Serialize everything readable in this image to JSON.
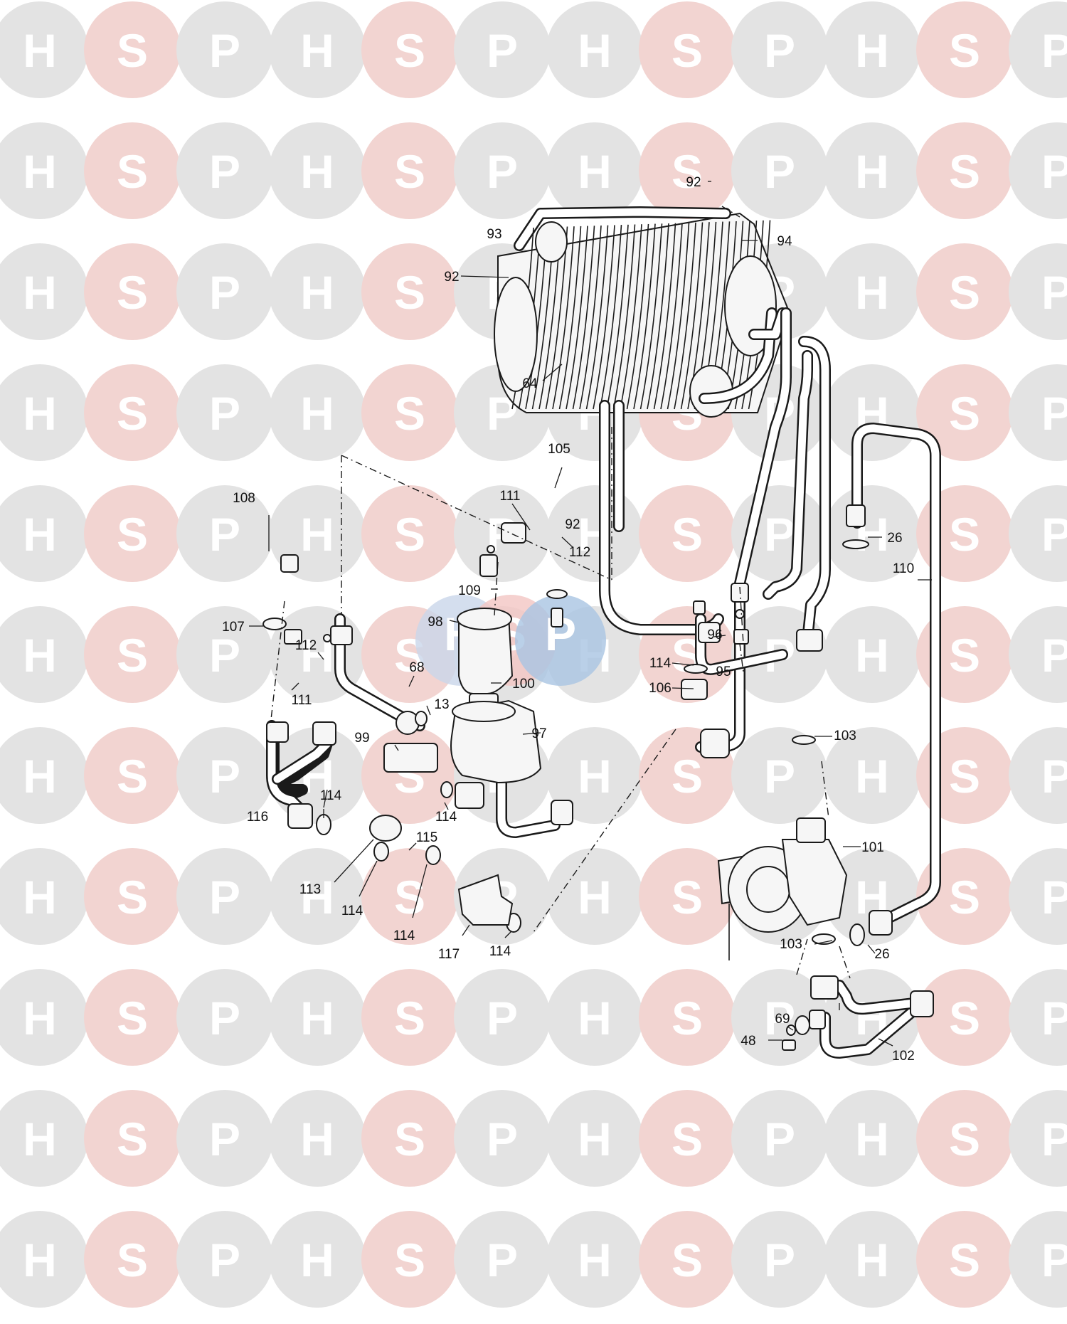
{
  "watermark": {
    "letters": [
      "H",
      "S",
      "P"
    ],
    "colors": {
      "H": "#e3e3e3",
      "S": "#f2d4d1",
      "P": "#e3e3e3",
      "text": "#ffffff",
      "center_H": "#c9d6ea",
      "center_S": "#f3c6c3",
      "center_P": "#a9c4e2"
    }
  },
  "diagram": {
    "callouts": [
      {
        "id": "c64",
        "text": "64"
      },
      {
        "id": "c92a",
        "text": "92"
      },
      {
        "id": "c92b",
        "text": "92"
      },
      {
        "id": "c92c",
        "text": "92"
      },
      {
        "id": "c93",
        "text": "93"
      },
      {
        "id": "c94",
        "text": "94"
      },
      {
        "id": "c105",
        "text": "105"
      },
      {
        "id": "c111a",
        "text": "111"
      },
      {
        "id": "c112a",
        "text": "112"
      },
      {
        "id": "c26a",
        "text": "26"
      },
      {
        "id": "c110",
        "text": "110"
      },
      {
        "id": "c108",
        "text": "108"
      },
      {
        "id": "c109",
        "text": "109"
      },
      {
        "id": "c98",
        "text": "98"
      },
      {
        "id": "c107",
        "text": "107"
      },
      {
        "id": "c112b",
        "text": "112"
      },
      {
        "id": "c111b",
        "text": "111"
      },
      {
        "id": "c68",
        "text": "68"
      },
      {
        "id": "c100",
        "text": "100"
      },
      {
        "id": "c13",
        "text": "13"
      },
      {
        "id": "c97",
        "text": "97"
      },
      {
        "id": "c99",
        "text": "99"
      },
      {
        "id": "c96",
        "text": "96"
      },
      {
        "id": "c95",
        "text": "95"
      },
      {
        "id": "c114a",
        "text": "114"
      },
      {
        "id": "c106",
        "text": "106"
      },
      {
        "id": "c103a",
        "text": "103"
      },
      {
        "id": "c114b",
        "text": "114"
      },
      {
        "id": "c114c",
        "text": "114"
      },
      {
        "id": "c116",
        "text": "116"
      },
      {
        "id": "c115",
        "text": "115"
      },
      {
        "id": "c113",
        "text": "113"
      },
      {
        "id": "c114d",
        "text": "114"
      },
      {
        "id": "c114e",
        "text": "114"
      },
      {
        "id": "c117",
        "text": "117"
      },
      {
        "id": "c114f",
        "text": "114"
      },
      {
        "id": "c101",
        "text": "101"
      },
      {
        "id": "c103b",
        "text": "103"
      },
      {
        "id": "c26b",
        "text": "26"
      },
      {
        "id": "c69",
        "text": "69"
      },
      {
        "id": "c48",
        "text": "48"
      },
      {
        "id": "c102",
        "text": "102"
      }
    ]
  }
}
